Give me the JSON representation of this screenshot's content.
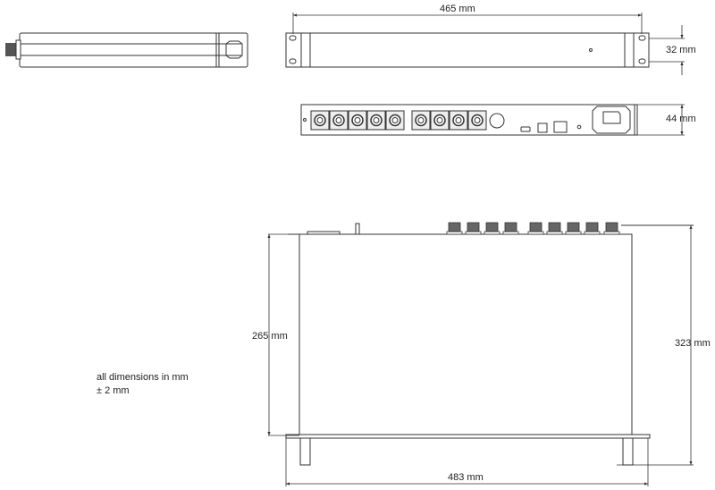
{
  "dimensions": {
    "front_width": "465 mm",
    "front_hole_spacing": "32 mm",
    "rear_height": "44 mm",
    "top_depth_body": "265 mm",
    "top_depth_total": "323 mm",
    "total_width": "483 mm"
  },
  "note": {
    "line1": "all dimensions in mm",
    "line2": "± 2 mm"
  }
}
